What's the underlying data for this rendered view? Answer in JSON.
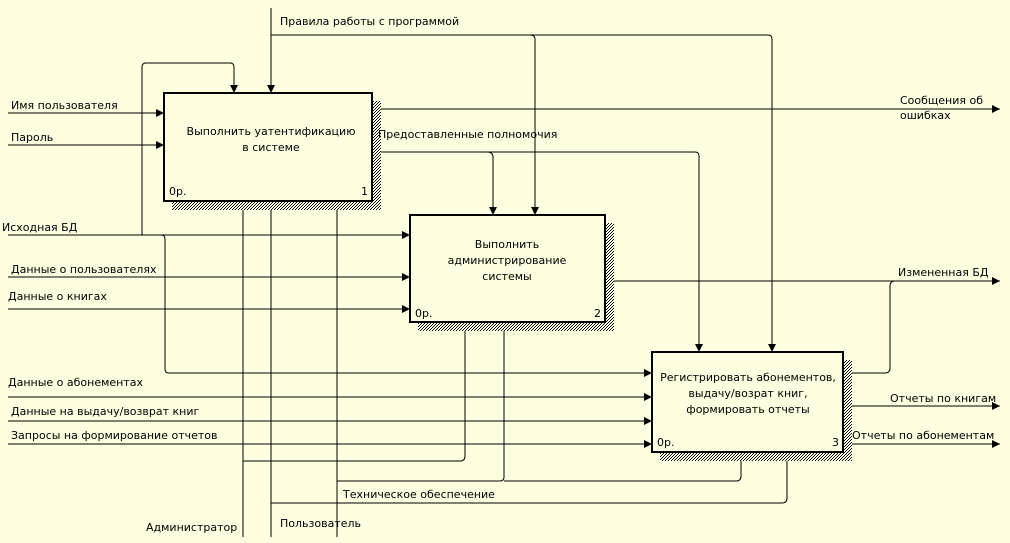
{
  "boxes": [
    {
      "title_lines": [
        "Выполнить уатентификацию",
        "в системе"
      ],
      "cost": "0р.",
      "number": "1"
    },
    {
      "title_lines": [
        "Выполнить",
        "администрирование",
        "системы"
      ],
      "cost": "0р.",
      "number": "2"
    },
    {
      "title_lines": [
        "Регистрировать абонементов,",
        "выдачу/возрат книг,",
        "формировать отчеты"
      ],
      "cost": "0р.",
      "number": "3"
    }
  ],
  "inputs": {
    "username": "Имя пользователя",
    "password": "Пароль",
    "source_db": "Исходная БД",
    "users_data": "Данные о пользователях",
    "books_data": "Данные о книгах",
    "subscriptions_data": "Данные о абонементах",
    "issue_return_data": "Данные на выдачу/возврат книг",
    "report_requests": "Запросы на формирование отчетов"
  },
  "controls": {
    "program_rules": "Правила работы с программой",
    "granted_permissions": "Предоставленные полномочия"
  },
  "outputs": {
    "error_messages": [
      "Сообщения об",
      "ошибках"
    ],
    "modified_db": "Измененная БД",
    "book_reports": "Отчеты по книгам",
    "subscription_reports": "Отчеты по абонементам"
  },
  "mechanisms": {
    "administrator": "Администратор",
    "user": "Пользователь",
    "hardware": "Техническое обеспечение"
  }
}
